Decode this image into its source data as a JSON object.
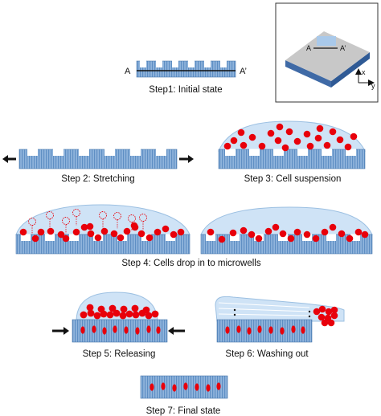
{
  "colors": {
    "substrate_fill": "#8fb4dc",
    "substrate_stripe": "#5f8fc4",
    "substrate_edge": "#4a78ad",
    "suspension": "#cfe3f6",
    "suspension_edge": "#9cc0e2",
    "cell": "#e8000b",
    "cell_ring": "#e8000b",
    "arrow": "#111111",
    "inset_plate": "#c8c8c8",
    "inset_plate_side": "#3f6aa6"
  },
  "captions": {
    "step1": "Step1: Initial state",
    "step2": "Step 2: Stretching",
    "step3": "Step 3: Cell suspension",
    "step4": "Step 4: Cells drop in to microwells",
    "step5": "Step 5: Releasing",
    "step6": "Step 6: Washing out",
    "step7": "Step 7: Final state"
  },
  "section_labels": {
    "a": "A",
    "a_prime": "A’"
  },
  "inset": {
    "label_a": "A",
    "label_a_prime": "A’",
    "axis_x": "x",
    "axis_y": "y"
  }
}
